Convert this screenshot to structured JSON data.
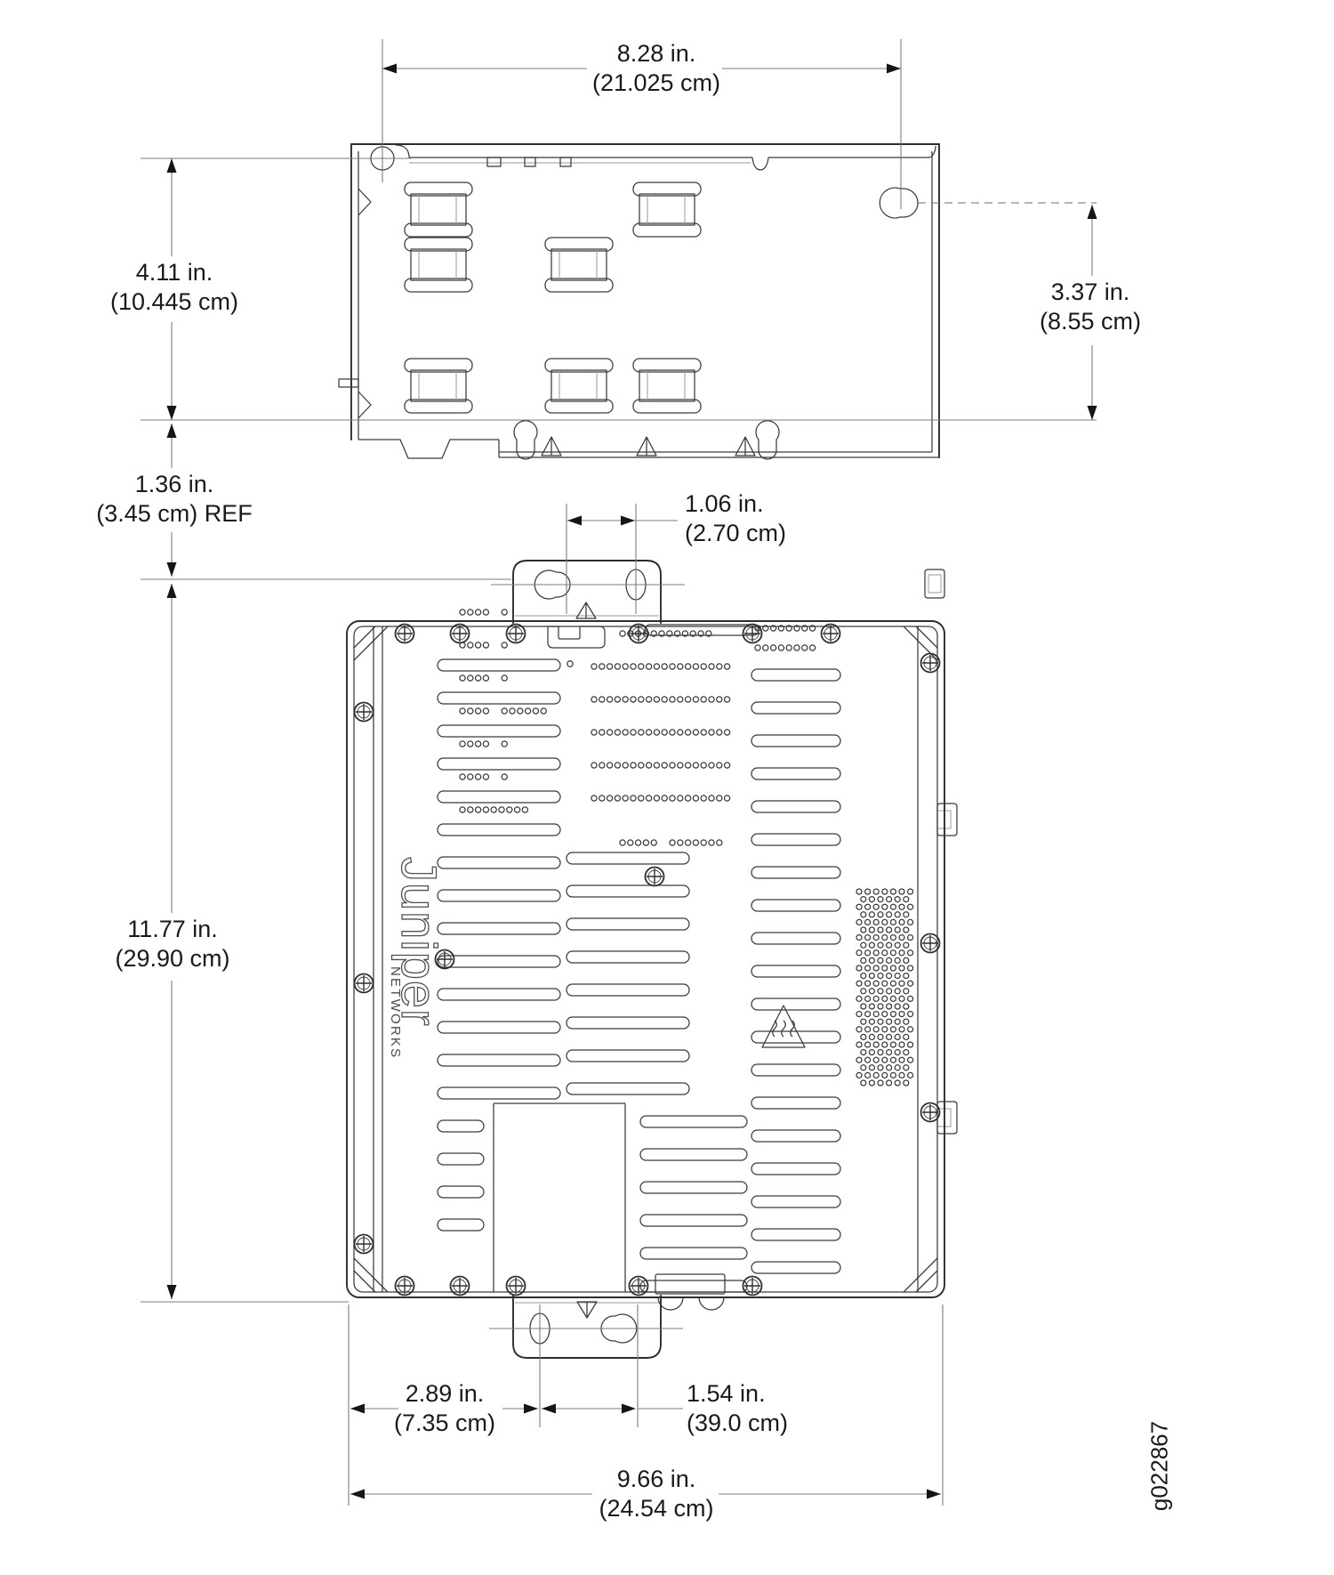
{
  "meta": {
    "figure_id": "g022867"
  },
  "logo": {
    "brand": "Juniper",
    "sub": "NETWORKS"
  },
  "dimensions": {
    "top_width": {
      "in": "8.28 in.",
      "cm": "(21.025 cm)"
    },
    "top_height_left": {
      "in": "4.11 in.",
      "cm": "(10.445 cm)"
    },
    "top_height_right": {
      "in": "3.37 in.",
      "cm": "(8.55 cm)"
    },
    "gap_ref": {
      "in": "1.36 in.",
      "cm": "(3.45 cm) REF"
    },
    "tab_hole_spacing": {
      "in": "1.06 in.",
      "cm": "(2.70 cm)"
    },
    "body_height": {
      "in": "11.77 in.",
      "cm": "(29.90 cm)"
    },
    "bottom_left_offset": {
      "in": "2.89 in.",
      "cm": "(7.35 cm)"
    },
    "bottom_hole_spacing": {
      "in": "1.54 in.",
      "cm": "(39.0 cm)"
    },
    "body_width": {
      "in": "9.66 in.",
      "cm": "(24.54 cm)"
    }
  }
}
